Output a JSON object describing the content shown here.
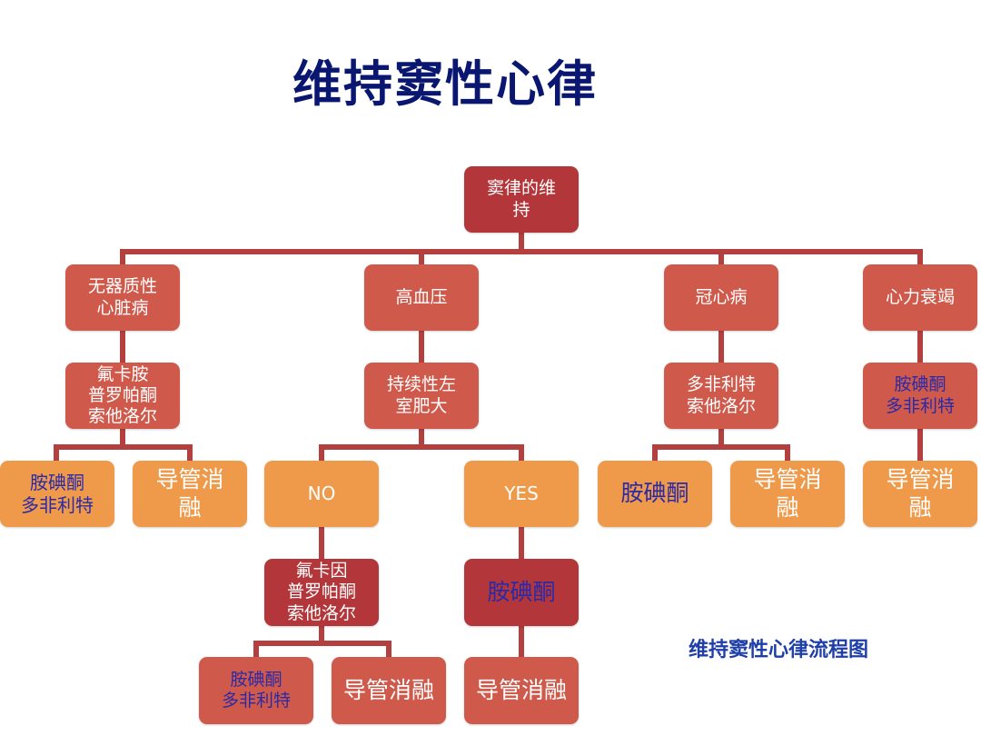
{
  "title": "维持窦性心律",
  "caption": "维持窦性心律流程图",
  "nodes": {
    "root": "窦律的维\n持",
    "c1": "无器质性\n心脏病",
    "c2": "高血压",
    "c3": "冠心病",
    "c4": "心力衰竭",
    "c1_drug": "氟卡胺\n普罗帕酮\n索他洛尔",
    "c2_drug": "持续性左\n室肥大",
    "c3_drug": "多非利特\n索他洛尔",
    "c4_drug": "胺碘酮\n多非利特",
    "c1_a": "胺碘酮\n多非利特",
    "c1_b": "导管消\n融",
    "no": "NO",
    "yes": "YES",
    "c3_a": "胺碘酮",
    "c3_b": "导管消\n融",
    "c4_a": "导管消\n融",
    "no_drug": "氟卡因\n普罗帕酮\n索他洛尔",
    "yes_drug": "胺碘酮",
    "no_a": "胺碘酮\n多非利特",
    "no_b": "导管消融",
    "yes_a": "导管消融"
  },
  "colors": {
    "connector": "#b33f3f",
    "red_box": "#cf5a4c",
    "dark_box": "#b3363a",
    "orange_box": "#ef9a4a",
    "title": "#0a1770",
    "caption": "#1f3fa8",
    "blue_text": "#2a2aa8"
  }
}
